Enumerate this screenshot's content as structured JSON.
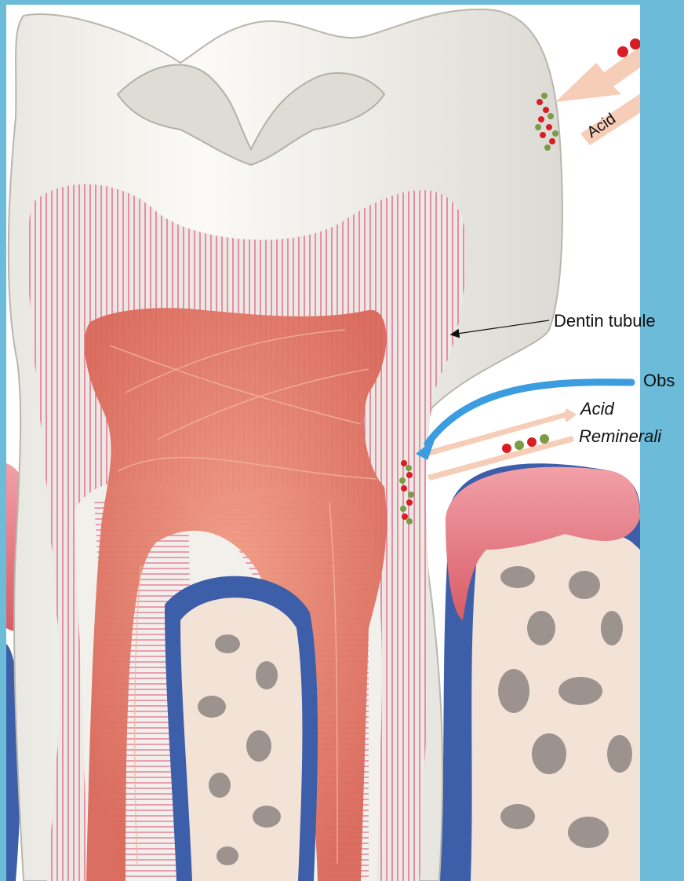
{
  "colors": {
    "background": "#6bbbd9",
    "enamel": "#f7f6f1",
    "dentin": "#ece9e2",
    "tubule_lines": "#e0306a",
    "pulp": "#e8806e",
    "gum": "#e4707a",
    "bone_outline": "#3d5ea8",
    "bone": "#f3e2d6",
    "mineral_red": "#d81e24",
    "mineral_green": "#7a9c47",
    "flow_arrow": "#f6cdb6",
    "blue_arrow": "#3b9de0"
  },
  "labels": {
    "acid_top": "Acid",
    "dentin_tubule": "Dentin tubule",
    "obs": "Obs",
    "acid_root": "Acid",
    "remineral": "Reminerali"
  },
  "icons": {
    "mineral_cluster": "mineral-cluster-icon",
    "flow_arrow": "double-arrow-icon",
    "pointer": "arrowhead-icon"
  }
}
